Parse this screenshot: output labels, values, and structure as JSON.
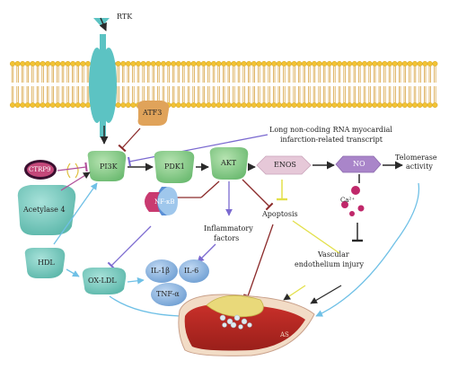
{
  "labels": {
    "rtk": "RTK",
    "atf3": "ATF3",
    "lnc_line1": "Long non-coding RNA myocardial",
    "lnc_line2": "infarction-related transcript",
    "pi3k": "PI3K",
    "pdk1": "PDK1",
    "akt": "AKT",
    "enos": "ENOS",
    "no": "NO",
    "telomerase_line1": "Telomerase",
    "telomerase_line2": "activity",
    "ctrp9": "CTRP9",
    "acetylase_line1": "Acetylase 4",
    "nfkb": "NF-κB",
    "inflam_line1": "Inflammatory",
    "inflam_line2": "factors",
    "apoptosis": "Apoptosis",
    "ca": "Ca²⁺",
    "vascular_line1": "Vascular",
    "vascular_line2": "endothelium injury",
    "hdl": "HDL",
    "oxldl": "OX-LDL",
    "il1b": "IL-1β",
    "il6": "IL-6",
    "tnfa": "TNF-α",
    "as": "AS"
  },
  "colors": {
    "membrane_head": "#f2c233",
    "receptor": "#5cc3c3",
    "pathway_node": "#7cc47f",
    "enos_node": "#e6c8d8",
    "no_node": "#a985c9",
    "cytokine": "#7aa6d8",
    "activation_arrow": "#2a2a2a",
    "inhibition_dark": "#8b2a2a",
    "lnc_inhibition": "#7b6ad0",
    "ctrp9_inhibition": "#b0509a",
    "hdl_arrow": "#6fc0e6",
    "yellow_inhibition": "#e3e04a"
  }
}
